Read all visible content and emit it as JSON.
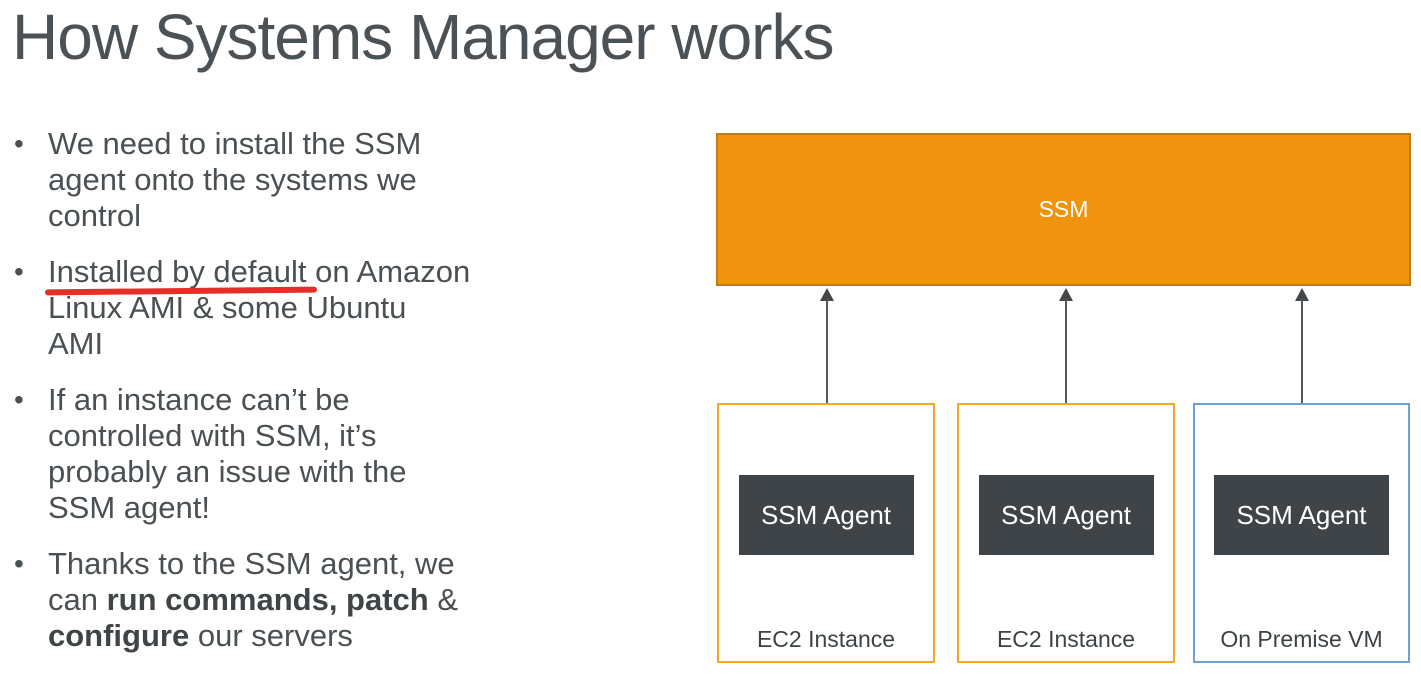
{
  "slide": {
    "title": "How Systems Manager works"
  },
  "bullets": [
    {
      "runs": [
        {
          "t": "We need to install the SSM"
        },
        {
          "br": true
        },
        {
          "t": "agent onto the systems we"
        },
        {
          "br": true
        },
        {
          "t": "control"
        }
      ]
    },
    {
      "runs": [
        {
          "t": "Installed by default",
          "u": true
        },
        {
          "t": " on Amazon"
        },
        {
          "br": true
        },
        {
          "t": "Linux AMI & some Ubuntu"
        },
        {
          "br": true
        },
        {
          "t": "AMI"
        }
      ]
    },
    {
      "runs": [
        {
          "t": "If an instance can’t be"
        },
        {
          "br": true
        },
        {
          "t": "controlled with SSM, it’s"
        },
        {
          "br": true
        },
        {
          "t": "probably an issue with the"
        },
        {
          "br": true
        },
        {
          "t": "SSM agent!"
        }
      ]
    },
    {
      "runs": [
        {
          "t": "Thanks to the SSM agent, we"
        },
        {
          "br": true
        },
        {
          "t": "can "
        },
        {
          "t": "run commands, patch",
          "b": true
        },
        {
          "t": " &"
        },
        {
          "br": true
        },
        {
          "t": "configure",
          "b": true
        },
        {
          "t": " our servers"
        }
      ]
    }
  ],
  "diagram": {
    "ssm_label": "SSM",
    "instances": [
      {
        "agent_label": "SSM Agent",
        "label": "EC2 Instance",
        "type": "ec2"
      },
      {
        "agent_label": "SSM Agent",
        "label": "EC2 Instance",
        "type": "ec2"
      },
      {
        "agent_label": "SSM Agent",
        "label": "On Premise VM",
        "type": "on-premise"
      }
    ]
  },
  "colors": {
    "title_color": "#4b5154",
    "body_color": "#4a5053",
    "diagram_text": "#3c4245",
    "ssm_fill": "#f0930f",
    "ssm_border": "#bf7a12",
    "ec2_border": "#f5a623",
    "onprem_border": "#6f9fd8",
    "agent_fill": "#3e4448",
    "arrow_color": "#55595c",
    "red_annotation": "#e23028",
    "bg": "#ffffff"
  }
}
